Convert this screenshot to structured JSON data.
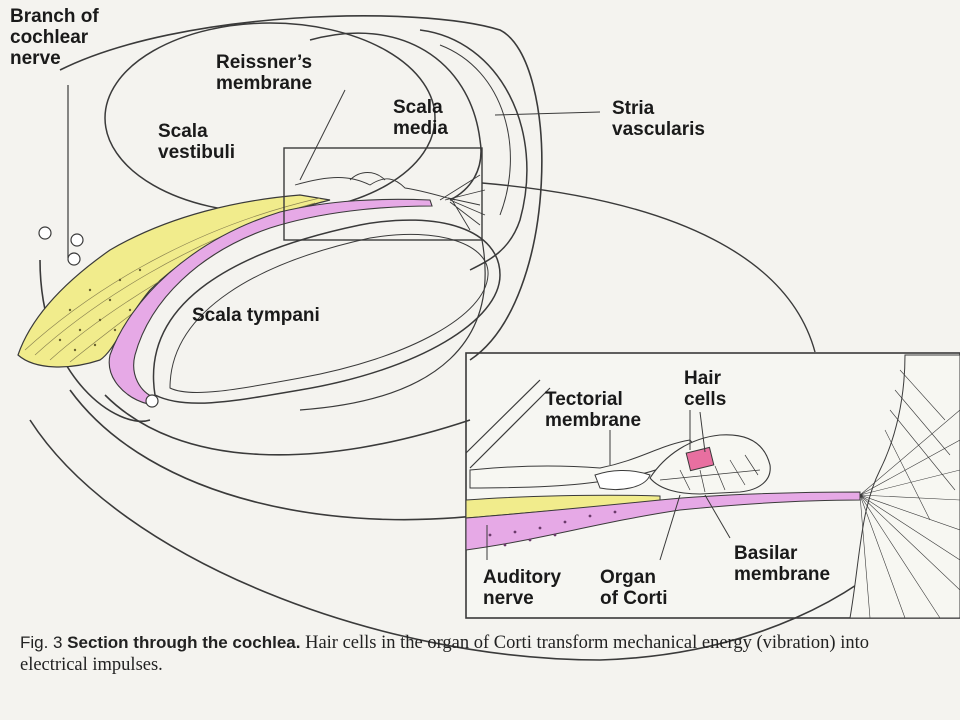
{
  "labels": {
    "branch_of_cochlear_nerve": "Branch of\ncochlear\nnerve",
    "reissners_membrane": "Reissner’s\nmembrane",
    "scala_vestibuli": "Scala\nvestibuli",
    "scala_media": "Scala\nmedia",
    "stria_vascularis": "Stria\nvascularis",
    "scala_tympani": "Scala tympani",
    "tectorial_membrane": "Tectorial\nmembrane",
    "hair_cells": "Hair\ncells",
    "basilar_membrane": "Basilar\nmembrane",
    "auditory_nerve": "Auditory\nnerve",
    "organ_of_corti": "Organ\nof Corti"
  },
  "caption": {
    "figure_number": "Fig. 3",
    "title": "Section through the cochlea.",
    "text": "Hair cells in the organ of Corti transform mechanical energy (vibration) into electrical impulses."
  },
  "colors": {
    "nerve_yellow": "#f1ec8c",
    "membrane_pink": "#e6a9e6",
    "line": "#3a3a3a",
    "background": "#f4f3ef"
  }
}
